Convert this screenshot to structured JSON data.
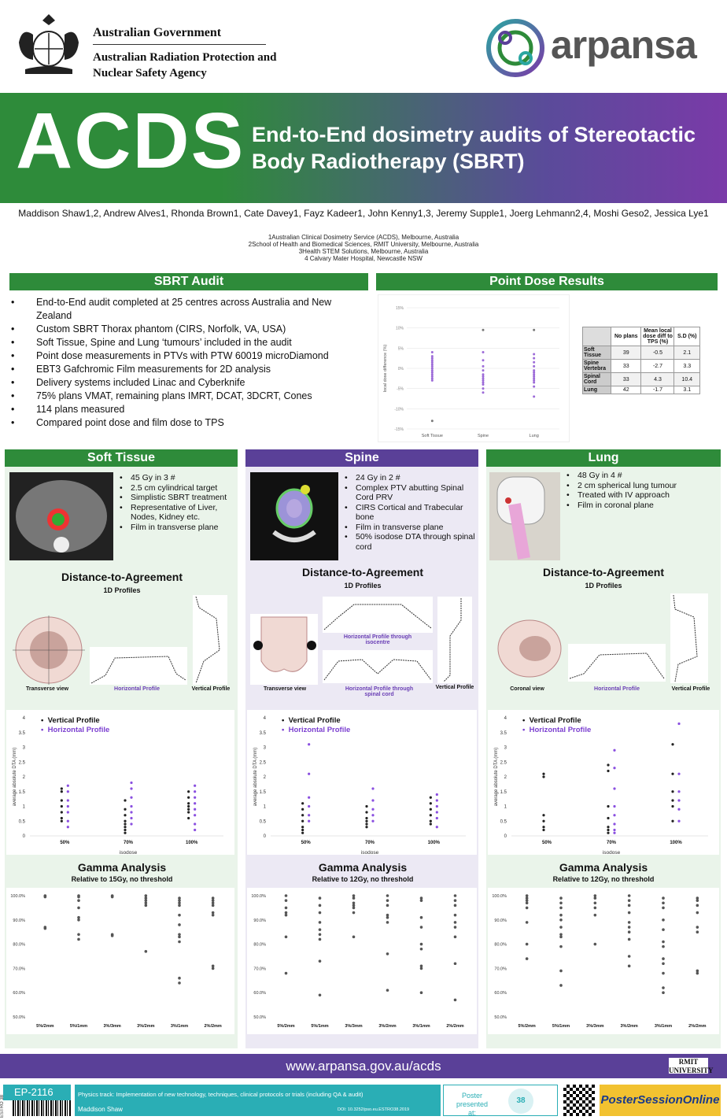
{
  "header": {
    "gov_title": "Australian Government",
    "agency": "Australian Radiation Protection and Nuclear Safety Agency",
    "brand": "arpansa"
  },
  "banner": {
    "acronym": "ACDS",
    "title": "End-to-End dosimetry audits of Stereotactic Body Radiotherapy (SBRT)"
  },
  "authors": "Maddison Shaw1,2, Andrew Alves1, Rhonda Brown1, Cate Davey1, Fayz Kadeer1, John Kenny1,3, Jeremy Supple1, Joerg Lehmann2,4, Moshi Geso2, Jessica Lye1",
  "affiliations": [
    "1Australian Clinical Dosimetry Service (ACDS), Melbourne, Australia",
    "2School of Health and Biomedical Sciences, RMIT University, Melbourne, Australia",
    "3Health STEM Solutions, Melbourne, Australia",
    "4 Calvary Mater Hospital, Newcastle NSW"
  ],
  "sbrt_audit": {
    "heading": "SBRT Audit",
    "items": [
      "End-to-End audit completed at 25 centres across Australia and New Zealand",
      "Custom SBRT Thorax phantom (CIRS, Norfolk, VA, USA)",
      "Soft Tissue, Spine and Lung ‘tumours’ included in the audit",
      "Point dose measurements in PTVs with PTW 60019 microDiamond",
      "EBT3 Gafchromic Film measurements for 2D analysis",
      "Delivery systems included Linac and Cyberknife",
      "75% plans VMAT, remaining plans IMRT, DCAT, 3DCRT, Cones",
      "114 plans measured",
      "Compared point dose and film dose to TPS"
    ]
  },
  "point_dose": {
    "heading": "Point Dose Results",
    "table": {
      "headers": [
        "",
        "No plans",
        "Mean local dose diff to TPS (%)",
        "S.D (%)"
      ],
      "rows": [
        [
          "Soft Tissue",
          "39",
          "-0.5",
          "2.1"
        ],
        [
          "Spine Vertebra",
          "33",
          "-2.7",
          "3.3"
        ],
        [
          "Spinal Cord",
          "33",
          "4.3",
          "10.4"
        ],
        [
          "Lung",
          "42",
          "-1.7",
          "3.1"
        ]
      ]
    }
  },
  "panels": [
    {
      "heading": "Soft Tissue",
      "bullets": [
        "45 Gy in 3 #",
        "2.5 cm cylindrical target",
        "Simplistic SBRT treatment",
        "Representative of Liver, Nodes, Kidney etc.",
        "Film in transverse plane"
      ],
      "dta_title": "Distance-to-Agreement",
      "dta_sub": "1D Profiles",
      "captions": [
        "Transverse view",
        "Horizontal Profile",
        "Vertical Profile"
      ],
      "gamma_sub": "Relative to 15Gy, no threshold"
    },
    {
      "heading": "Spine",
      "bullets": [
        "24 Gy in 2 #",
        "Complex PTV abutting Spinal Cord PRV",
        "CIRS Cortical and Trabecular bone",
        "Film in transverse plane",
        "50% isodose DTA through spinal cord"
      ],
      "dta_title": "Distance-to-Agreement",
      "dta_sub": "1D Profiles",
      "captions": [
        "Transverse view",
        "Horizontal Profile through spinal cord",
        "Vertical Profile"
      ],
      "extra_caption": "Horizontal Profile through isocentre",
      "gamma_sub": "Relative to 12Gy, no threshold"
    },
    {
      "heading": "Lung",
      "bullets": [
        "48 Gy in 4 #",
        "2 cm spherical lung tumour",
        "Treated with IV approach",
        "Film in coronal plane"
      ],
      "dta_title": "Distance-to-Agreement",
      "dta_sub": "1D Profiles",
      "captions": [
        "Coronal view",
        "Horizontal Profile",
        "Vertical Profile"
      ],
      "gamma_sub": "Relative to 12Gy, no threshold"
    }
  ],
  "gamma_title": "Gamma Analysis",
  "dta_legend": {
    "vertical": "Vertical Profile",
    "horizontal": "Horizontal Profile"
  },
  "footer": {
    "url": "www.arpansa.gov.au/acds",
    "rmit": "RMIT UNIVERSITY",
    "ep": "EP-2116",
    "track": "Physics track: Implementation of new technology, techniques, clinical protocols or trials (including QA & audit)",
    "presenter": "Maddison Shaw",
    "doi": "DOI: 10.3252/pso.eu.ESTRO38.2019",
    "side_code": "ESTRO 38",
    "presented": "Poster presented at:",
    "presented_num": "38",
    "pso_brand": "PosterSessionOnline"
  },
  "colors": {
    "green": "#2e8b3a",
    "purple": "#5a4098",
    "accent_purple": "#7b3fd0",
    "teal": "#2aaeb5"
  },
  "chart_data": [
    {
      "type": "scatter",
      "title": "",
      "ylabel": "local dose difference (%)",
      "categories": [
        "Soft Tissue",
        "Spine",
        "Lung"
      ],
      "ylim": [
        -15,
        15
      ],
      "yticks": [
        "15%",
        "10%",
        "5%",
        "0%",
        "-5%",
        "-10%",
        "-15%"
      ],
      "series": [
        {
          "values": [
            [
              0,
              4
            ],
            [
              0,
              3
            ],
            [
              0,
              2.5
            ],
            [
              0,
              2
            ],
            [
              0,
              1.5
            ],
            [
              0,
              1
            ],
            [
              0,
              0.5
            ],
            [
              0,
              0
            ],
            [
              0,
              -0.5
            ],
            [
              0,
              -1
            ],
            [
              0,
              -1.5
            ],
            [
              0,
              -2
            ],
            [
              0,
              -2.5
            ],
            [
              0,
              -3
            ],
            [
              0,
              -13
            ]
          ]
        },
        {
          "values": [
            [
              1,
              9.5
            ],
            [
              1,
              4
            ],
            [
              1,
              2
            ],
            [
              1,
              0.5
            ],
            [
              1,
              -0.5
            ],
            [
              1,
              -1.5
            ],
            [
              1,
              -2
            ],
            [
              1,
              -2.5
            ],
            [
              1,
              -3
            ],
            [
              1,
              -3.5
            ],
            [
              1,
              -4
            ],
            [
              1,
              -5
            ],
            [
              1,
              -6
            ]
          ]
        },
        {
          "values": [
            [
              2,
              9.5
            ],
            [
              2,
              3.5
            ],
            [
              2,
              2.5
            ],
            [
              2,
              1.5
            ],
            [
              2,
              0.5
            ],
            [
              2,
              -0.5
            ],
            [
              2,
              -1
            ],
            [
              2,
              -1.5
            ],
            [
              2,
              -2
            ],
            [
              2,
              -2.5
            ],
            [
              2,
              -3
            ],
            [
              2,
              -3.5
            ],
            [
              2,
              -4.5
            ],
            [
              2,
              -7
            ]
          ]
        }
      ]
    },
    {
      "type": "scatter",
      "ylabel": "average absolute DTA (mm)",
      "xlabel": "isodose",
      "categories": [
        "50%",
        "70%",
        "100%"
      ],
      "ylim": [
        0,
        4
      ],
      "yticks": [
        "4",
        "3.5",
        "3",
        "2.5",
        "2",
        "1.5",
        "1",
        "0.5",
        "0"
      ],
      "series": [
        {
          "name": "Vertical Profile",
          "values": [
            [
              [
                1.5,
                1.6,
                1.2,
                1.0,
                0.8,
                0.6,
                0.5
              ],
              [
                1.2,
                0.9,
                0.7,
                0.5,
                0.4,
                0.3,
                0.2,
                0.1
              ],
              [
                1.5,
                1.3,
                1.1,
                1.0,
                0.9,
                0.8,
                0.6
              ]
            ]
          ]
        },
        {
          "name": "Horizontal Profile",
          "values": [
            [
              [
                1.7,
                1.5,
                1.2,
                1.0,
                0.8,
                0.5,
                0.3
              ],
              [
                1.8,
                1.6,
                1.3,
                1.0,
                0.8,
                0.6,
                0.4
              ],
              [
                1.7,
                1.5,
                1.3,
                1.1,
                0.9,
                0.7,
                0.4,
                0.2
              ]
            ]
          ]
        }
      ]
    },
    {
      "type": "scatter",
      "ylabel": "average absolute DTA (mm)",
      "xlabel": "isodose",
      "categories": [
        "50%",
        "70%",
        "100%"
      ],
      "ylim": [
        0,
        4
      ],
      "yticks": [
        "4",
        "3.5",
        "3",
        "2.5",
        "2",
        "1.5",
        "1",
        "0.5",
        "0"
      ],
      "series": [
        {
          "name": "Vertical Profile",
          "values": [
            [
              [
                1.1,
                0.9,
                0.7,
                0.5,
                0.3,
                0.2,
                0.1
              ],
              [
                1.0,
                0.8,
                0.6,
                0.5,
                0.4,
                0.3
              ],
              [
                1.3,
                1.1,
                0.9,
                0.7,
                0.5,
                0.4
              ]
            ]
          ]
        },
        {
          "name": "Horizontal Profile",
          "values": [
            [
              [
                3.1,
                2.1,
                1.3,
                1.0,
                0.7,
                0.5
              ],
              [
                1.6,
                1.2,
                0.9,
                0.7,
                0.5
              ],
              [
                1.4,
                1.2,
                1.0,
                0.8,
                0.6,
                0.3
              ]
            ]
          ]
        }
      ]
    },
    {
      "type": "scatter",
      "ylabel": "average absolute DTA (mm)",
      "xlabel": "isodose",
      "categories": [
        "50%",
        "70%",
        "100%"
      ],
      "ylim": [
        0,
        4
      ],
      "yticks": [
        "4",
        "3.5",
        "3",
        "2.5",
        "2",
        "1.5",
        "1",
        "0.5",
        "0"
      ],
      "series": [
        {
          "name": "Vertical Profile",
          "values": [
            [
              [
                2.1,
                2.0,
                0.7,
                0.5,
                0.3,
                0.2
              ],
              [
                2.4,
                2.2,
                1.0,
                0.6,
                0.3,
                0.2,
                0.1
              ],
              [
                3.1,
                2.1,
                1.5,
                1.2,
                1.0,
                0.5
              ]
            ]
          ]
        },
        {
          "name": "Horizontal Profile",
          "values": [
            [
              [
                0.0
              ],
              [
                2.9,
                2.3,
                1.6,
                1.0,
                0.7,
                0.4,
                0.2,
                0.1
              ],
              [
                3.8,
                2.1,
                1.5,
                1.2,
                0.9,
                0.5
              ]
            ]
          ]
        }
      ]
    },
    {
      "type": "scatter",
      "categories": [
        "5%/2mm",
        "5%/1mm",
        "3%/3mm",
        "3%/2mm",
        "3%/1mm",
        "2%/2mm"
      ],
      "ylim": [
        50,
        100
      ],
      "yticks": [
        "100.0%",
        "90.0%",
        "80.0%",
        "70.0%",
        "60.0%",
        "50.0%"
      ],
      "values": [
        [
          100,
          99.8,
          99.5,
          87,
          86.5
        ],
        [
          100,
          99.5,
          98,
          95,
          91,
          90,
          84,
          82
        ],
        [
          100,
          99.8,
          99.5,
          84,
          83.5
        ],
        [
          100,
          99,
          98,
          97,
          96,
          77
        ],
        [
          99,
          98,
          97,
          96,
          92,
          88,
          84,
          83,
          81,
          66,
          64
        ],
        [
          99,
          98,
          97,
          96,
          93,
          92,
          71,
          70
        ]
      ]
    },
    {
      "type": "scatter",
      "categories": [
        "5%/2mm",
        "5%/1mm",
        "3%/3mm",
        "3%/2mm",
        "3%/1mm",
        "2%/2mm"
      ],
      "ylim": [
        50,
        100
      ],
      "yticks": [
        "100.0%",
        "90.0%",
        "80.0%",
        "70.0%",
        "60.0%",
        "50.0%"
      ],
      "values": [
        [
          100,
          98,
          95,
          93,
          92,
          83,
          68
        ],
        [
          99,
          96,
          93,
          89,
          86,
          84,
          82,
          73,
          59
        ],
        [
          100,
          99,
          97,
          96,
          95,
          93,
          83
        ],
        [
          100,
          98,
          96,
          92,
          91,
          89,
          76,
          61
        ],
        [
          99,
          98,
          91,
          87,
          80,
          78,
          71,
          70,
          60
        ],
        [
          100,
          98,
          96,
          92,
          89,
          87,
          83,
          72,
          57
        ]
      ]
    },
    {
      "type": "scatter",
      "categories": [
        "5%/2mm",
        "5%/1mm",
        "3%/3mm",
        "3%/2mm",
        "3%/1mm",
        "2%/2mm"
      ],
      "ylim": [
        50,
        100
      ],
      "yticks": [
        "100.0%",
        "90.0%",
        "80.0%",
        "70.0%",
        "60.0%",
        "50.0%"
      ],
      "values": [
        [
          100,
          99,
          98,
          97,
          95,
          89,
          80,
          74
        ],
        [
          99,
          97,
          95,
          92,
          90,
          87,
          84,
          83,
          79,
          69,
          63
        ],
        [
          100,
          99,
          97,
          95,
          92,
          80
        ],
        [
          100,
          98,
          96,
          93,
          89,
          87,
          85,
          82,
          75,
          71
        ],
        [
          99,
          97,
          95,
          90,
          86,
          81,
          79,
          74,
          72,
          68,
          62,
          60
        ],
        [
          99,
          98,
          96,
          93,
          87,
          85,
          69,
          68
        ]
      ]
    }
  ]
}
